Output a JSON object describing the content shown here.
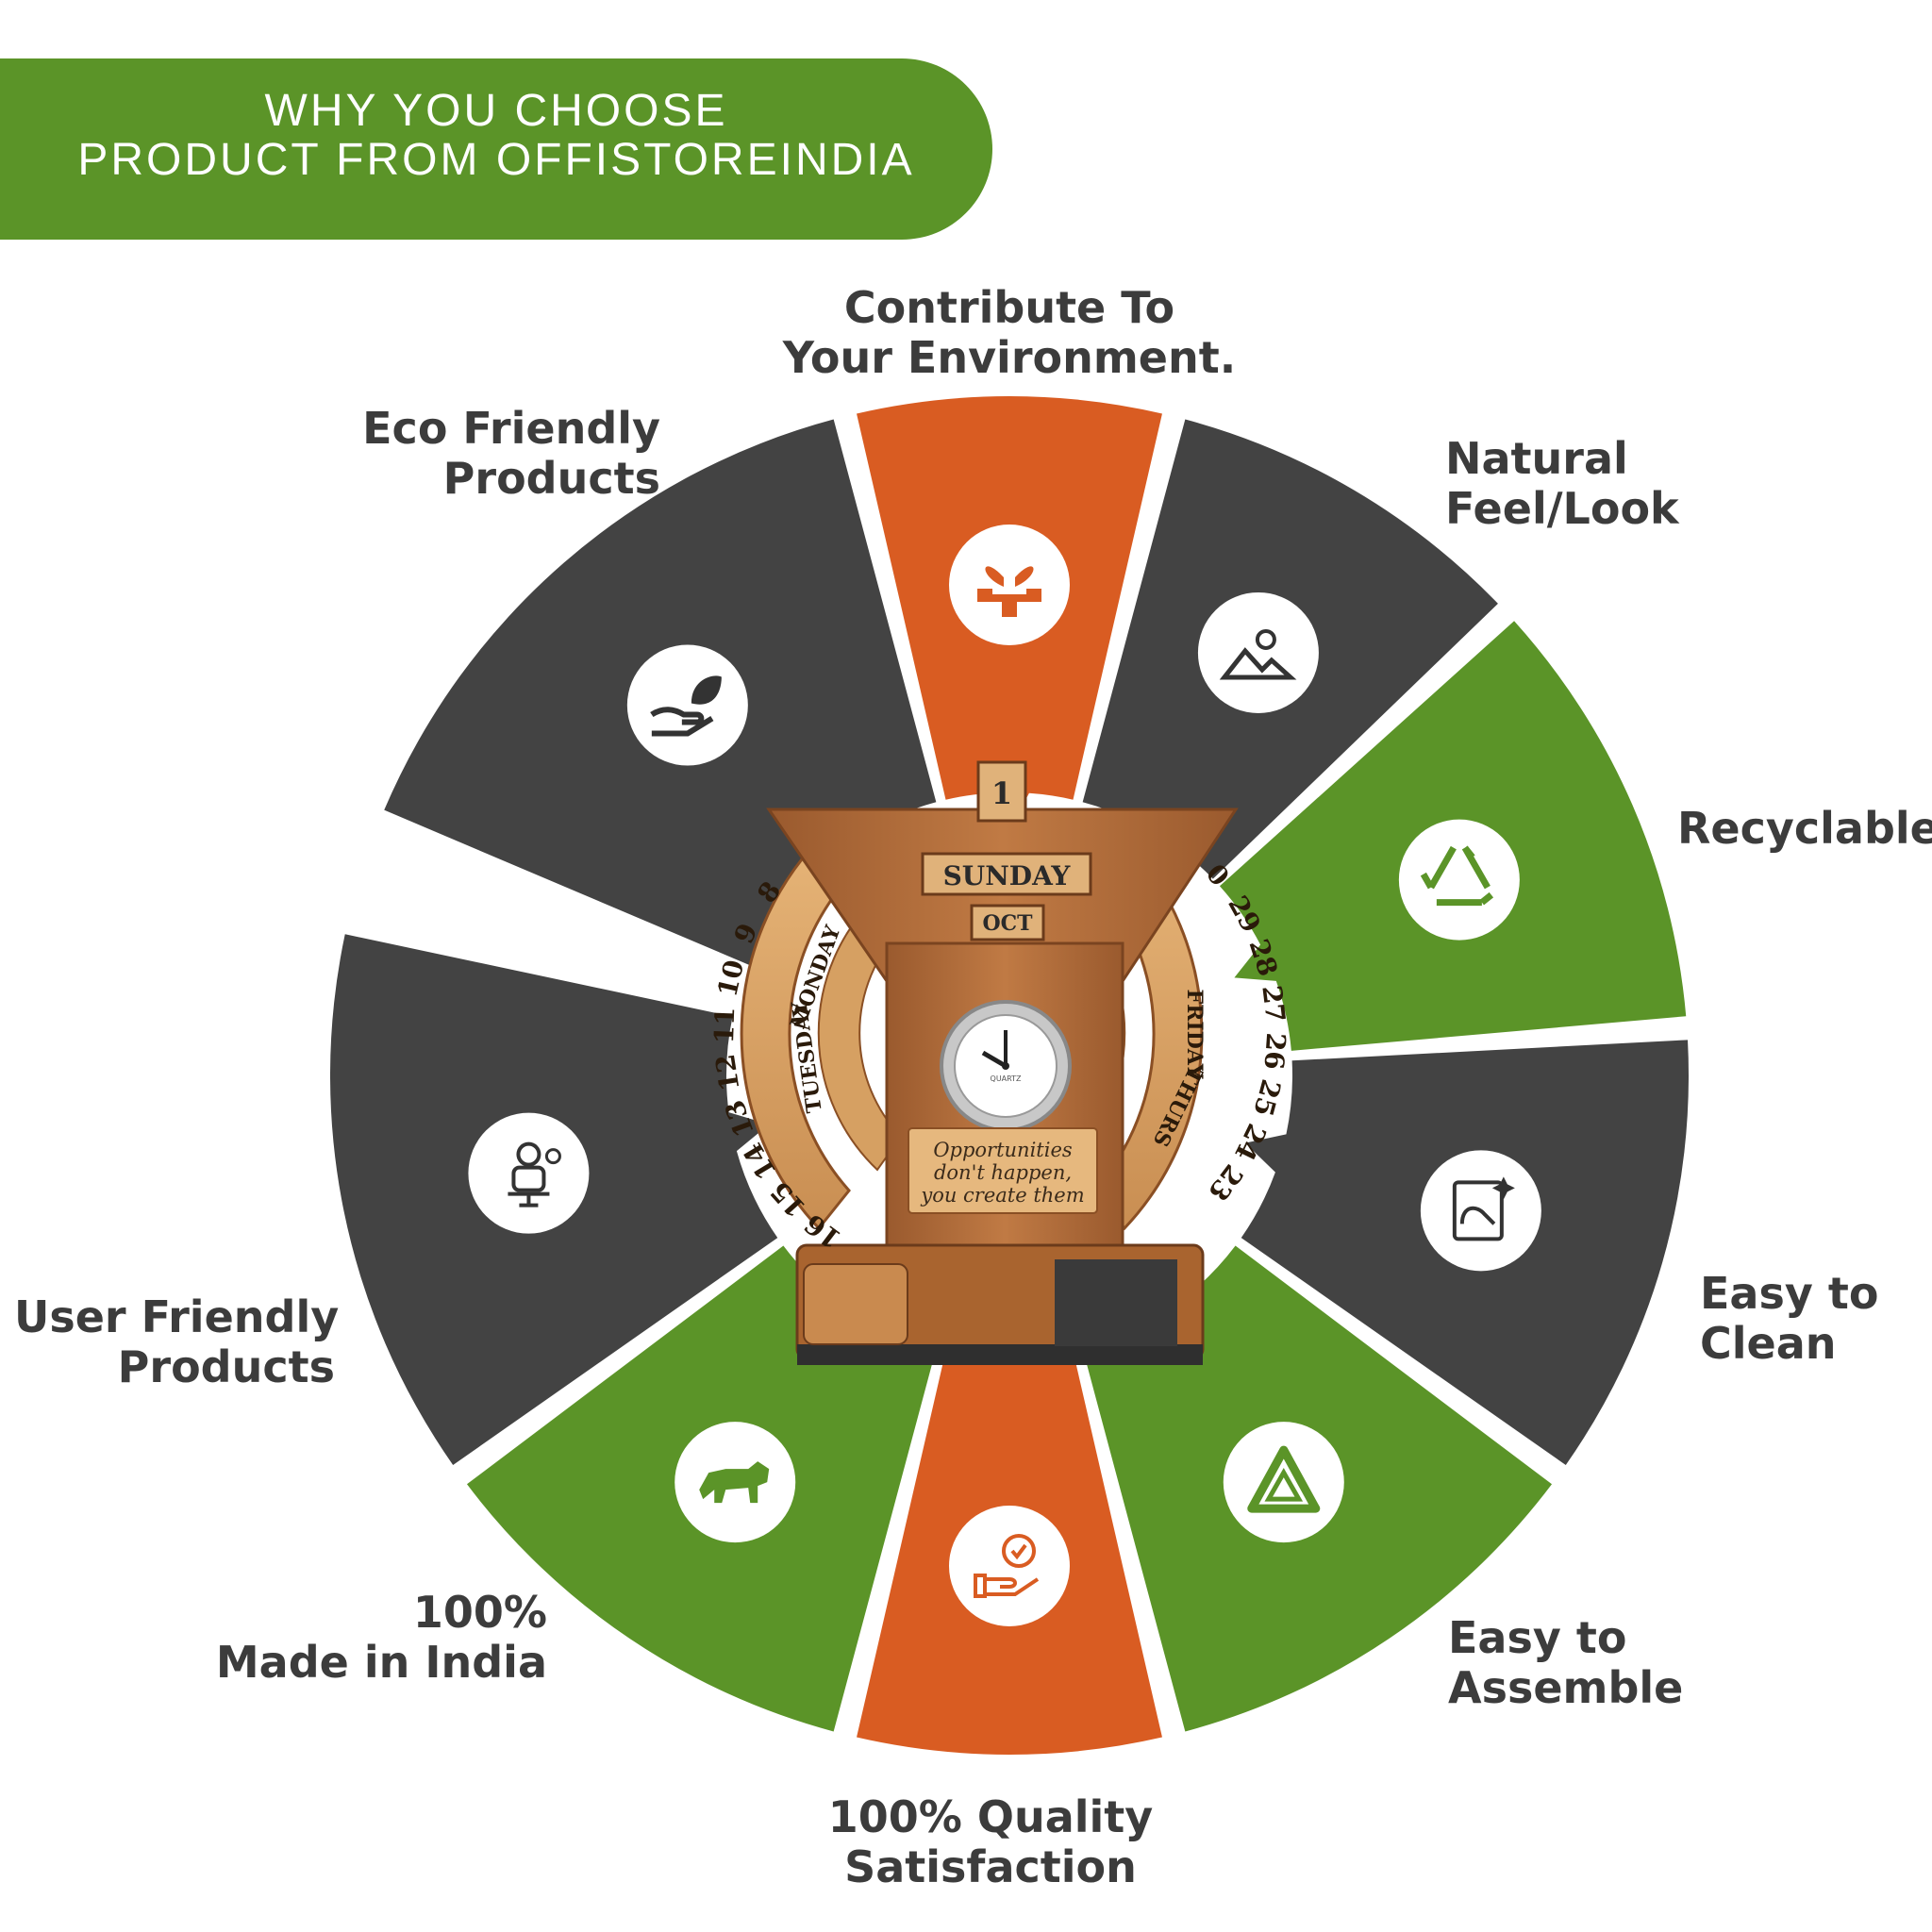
{
  "header": {
    "line1": "WHY YOU CHOOSE",
    "line2": "PRODUCT FROM OFFISTOREINDIA"
  },
  "colors": {
    "green": "#5b9428",
    "orange": "#d95c22",
    "dark": "#434343",
    "wood": "#b8703e",
    "wood_light": "#d9a064",
    "text": "#3c3c3c"
  },
  "features": [
    {
      "line1": "Contribute To",
      "line2": "Your Environment.",
      "color": "orange",
      "icon": "plant-hands-icon",
      "from": 257,
      "to": 283
    },
    {
      "line1": "Natural",
      "line2": "Feel/Look",
      "color": "dark",
      "icon": "sun-mountain-icon",
      "from": 285,
      "to": 316
    },
    {
      "line1": "Recyclable",
      "line2": "",
      "color": "green",
      "icon": "recycle-icon",
      "from": 318,
      "to": 355
    },
    {
      "line1": "Easy to",
      "line2": "Clean",
      "color": "dark",
      "icon": "clean-hand-icon",
      "from": 357,
      "to": 395
    },
    {
      "line1": "Easy to",
      "line2": "Assemble",
      "color": "green",
      "icon": "assemble-triangle-icon",
      "from": 397,
      "to": 435
    },
    {
      "line1": "100% Quality",
      "line2": "Satisfaction",
      "color": "orange",
      "icon": "quality-hand-icon",
      "from": 437,
      "to": 463
    },
    {
      "line1": "100%",
      "line2": "Made in India",
      "color": "green",
      "icon": "lion-icon",
      "from": 465,
      "to": 503
    },
    {
      "line1": "User Friendly",
      "line2": "Products",
      "color": "dark",
      "icon": "office-user-icon",
      "from": 505,
      "to": 552
    },
    {
      "line1": "Eco Friendly",
      "line2": "Products",
      "color": "dark",
      "icon": "leaf-hand-icon",
      "from": 203,
      "to": 255
    }
  ],
  "product": {
    "date": "1",
    "day": "SUNDAY",
    "month": "OCT",
    "quote1": "Opportunities",
    "quote2": "don't happen,",
    "quote3": "you create them",
    "clock_brand": "QUARTZ",
    "left_days": [
      "MONDAY",
      "TUESDAY"
    ],
    "right_days": [
      "FRIDAY",
      "THURS"
    ],
    "left_dates": [
      "8",
      "9",
      "10",
      "11",
      "12",
      "13",
      "14",
      "15",
      "16"
    ],
    "right_dates": [
      "0",
      "29",
      "28",
      "27",
      "26",
      "25",
      "24",
      "23"
    ]
  }
}
